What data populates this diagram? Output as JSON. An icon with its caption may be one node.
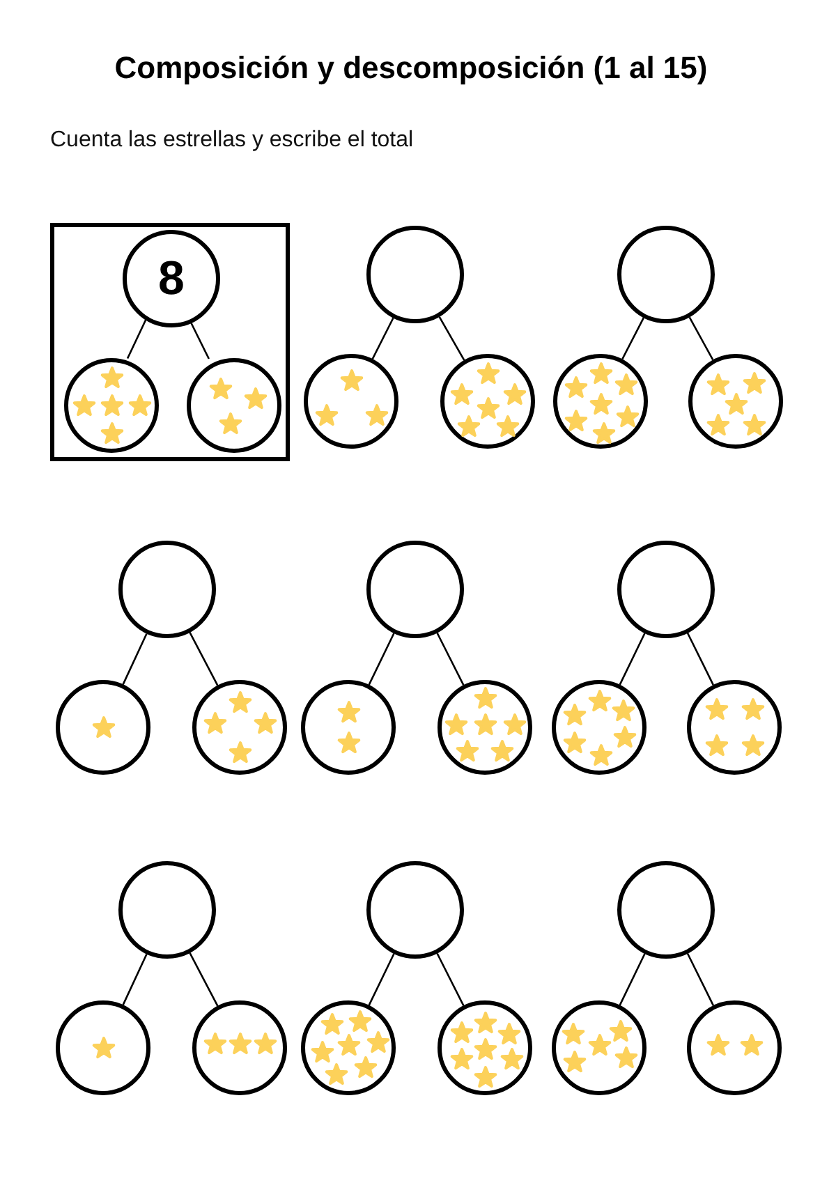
{
  "diagram": {
    "title": "Composición y descomposición (1 al 15)",
    "nodes": [
      {
        "text": [],
        "shape": "box"
      },
      {
        "text": [
          "8"
        ],
        "in": 0
      },
      {
        "text": [],
        "shape": "circle",
        "in": 0
      },
      {
        "text": [],
        "shape": "circle",
        "in": 0
      },
      {
        "text": [],
        "shape": "circle"
      },
      {
        "text": [],
        "shape": "circle"
      },
      {
        "text": [],
        "shape": "circle"
      },
      {
        "text": [],
        "shape": "circle"
      },
      {
        "text": [],
        "shape": "circle"
      },
      {
        "text": [],
        "shape": "circle"
      },
      {
        "text": [],
        "shape": "circle"
      },
      {
        "text": [],
        "shape": "circle"
      },
      {
        "text": [],
        "shape": "circle"
      },
      {
        "text": [],
        "shape": "circle"
      },
      {
        "text": [],
        "shape": "circle"
      },
      {
        "text": [],
        "shape": "circle"
      },
      {
        "text": [],
        "shape": "circle"
      },
      {
        "text": [],
        "shape": "circle"
      },
      {
        "text": [],
        "shape": "circle"
      },
      {
        "text": [],
        "shape": "circle"
      },
      {
        "text": [],
        "shape": "circle"
      },
      {
        "text": [],
        "shape": "circle"
      },
      {
        "text": [],
        "shape": "circle"
      },
      {
        "text": [],
        "shape": "circle"
      },
      {
        "text": [],
        "shape": "circle"
      },
      {
        "text": [],
        "shape": "circle"
      },
      {
        "text": [],
        "shape": "circle"
      },
      {
        "text": [],
        "shape": "circle"
      }
    ],
    "edges": [
      {
        "from": 1,
        "to": 2,
        "arrow": "none"
      },
      {
        "from": 1,
        "to": 3,
        "arrow": "none"
      },
      {
        "from": 4,
        "to": 5,
        "arrow": "none"
      },
      {
        "from": 4,
        "to": 6,
        "arrow": "none"
      },
      {
        "from": 7,
        "to": 8,
        "arrow": "none"
      },
      {
        "from": 7,
        "to": 9,
        "arrow": "none"
      },
      {
        "from": 10,
        "to": 11,
        "arrow": "none"
      },
      {
        "from": 10,
        "to": 12,
        "arrow": "none"
      },
      {
        "from": 13,
        "to": 14,
        "arrow": "none"
      },
      {
        "from": 13,
        "to": 15,
        "arrow": "none"
      },
      {
        "from": 16,
        "to": 17,
        "arrow": "none"
      },
      {
        "from": 16,
        "to": 18,
        "arrow": "none"
      },
      {
        "from": 19,
        "to": 20,
        "arrow": "none"
      },
      {
        "from": 19,
        "to": 21,
        "arrow": "none"
      },
      {
        "from": 22,
        "to": 23,
        "arrow": "none"
      },
      {
        "from": 22,
        "to": 24,
        "arrow": "none"
      },
      {
        "from": 25,
        "to": 26,
        "arrow": "none"
      },
      {
        "from": 25,
        "to": 27,
        "arrow": "none"
      }
    ],
    "labels": [
      "Cuenta las estrellas y escribe el total"
    ]
  }
}
